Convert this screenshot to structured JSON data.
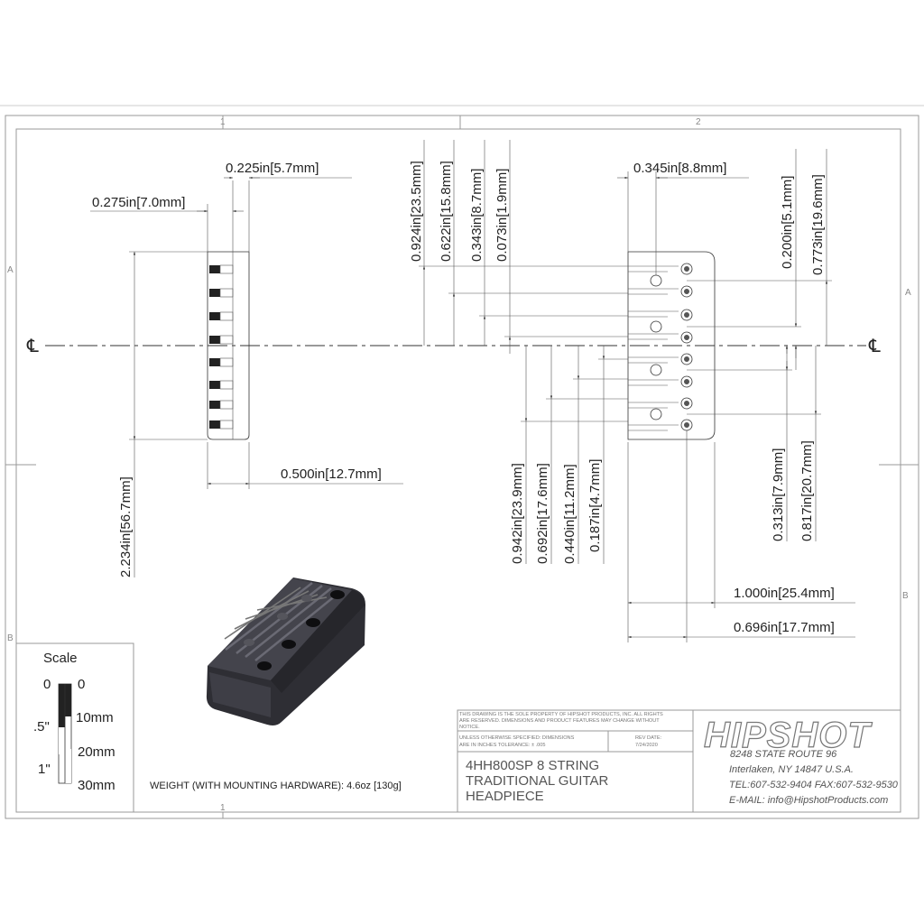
{
  "zones": {
    "top": [
      "1",
      "2"
    ],
    "side": [
      "A",
      "B"
    ]
  },
  "centerline_symbol": "℄",
  "left_view": {
    "dims": {
      "d0225": "0.225in[5.7mm]",
      "d0275": "0.275in[7.0mm]",
      "d2234": "2.234in[56.7mm]",
      "d0500": "0.500in[12.7mm]"
    }
  },
  "right_view": {
    "dims": {
      "d0345": "0.345in[8.8mm]",
      "d0924": "0.924in[23.5mm]",
      "d0622": "0.622in[15.8mm]",
      "d0343": "0.343in[8.7mm]",
      "d0073": "0.073in[1.9mm]",
      "d0200": "0.200in[5.1mm]",
      "d0773": "0.773in[19.6mm]",
      "d0942": "0.942in[23.9mm]",
      "d0692": "0.692in[17.6mm]",
      "d0440": "0.440in[11.2mm]",
      "d0187": "0.187in[4.7mm]",
      "d0313": "0.313in[7.9mm]",
      "d0817": "0.817in[20.7mm]",
      "d1000": "1.000in[25.4mm]",
      "d0696": "0.696in[17.7mm]"
    }
  },
  "scale": {
    "title": "Scale",
    "left_labels": [
      "0",
      ".5\"",
      "1\""
    ],
    "right_labels": [
      "0",
      "10mm",
      "20mm",
      "30mm"
    ]
  },
  "weight": "WEIGHT (WITH MOUNTING HARDWARE): 4.6oz [130g]",
  "title_block": {
    "notice_1": "THIS DRAWING IS THE SOLE PROPERTY OF HIPSHOT PRODUCTS, INC. ALL RIGHTS",
    "notice_2": "ARE RESERVED. DIMENSIONS AND PRODUCT FEATURES MAY CHANGE WITHOUT",
    "notice_3": "NOTICE.",
    "tolerance_1": "UNLESS OTHERWISE SPECIFIED: DIMENSIONS",
    "tolerance_2": "ARE IN INCHES TOLERANCE:  ± .005",
    "rev_label": "REV DATE:",
    "rev_date": "7/24/2020",
    "title_1": "4HH800SP 8 STRING",
    "title_2": "TRADITIONAL GUITAR",
    "title_3": "HEADPIECE",
    "brand": "HIPSHOT",
    "address_1": "8248 STATE ROUTE 96",
    "address_2": "Interlaken, NY 14847 U.S.A.",
    "phone": "TEL:607-532-9404 FAX:607-532-9530",
    "email": "E-MAIL: info@HipshotProducts.com"
  },
  "colors": {
    "ink": "#222222",
    "border": "#999999",
    "gray_text": "#555555",
    "part_fill": "#3a3a42"
  }
}
